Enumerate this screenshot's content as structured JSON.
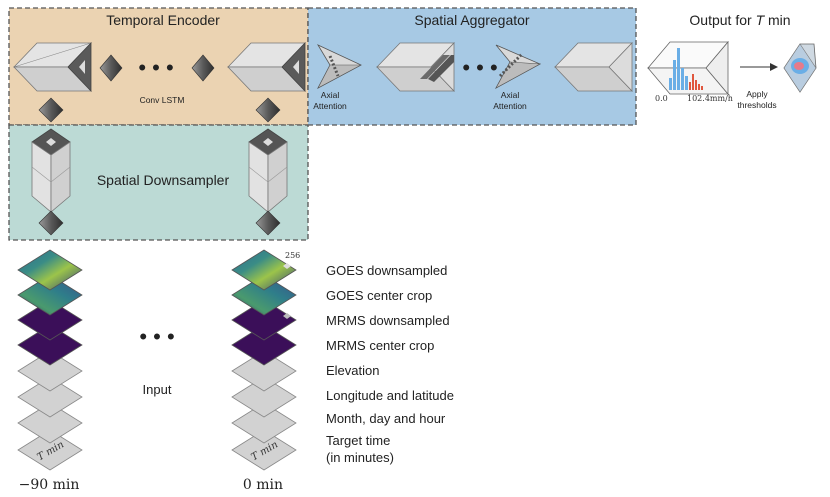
{
  "sections": {
    "temporal_encoder": "Temporal Encoder",
    "spatial_aggregator": "Spatial Aggregator",
    "spatial_downsampler": "Spatial Downsampler",
    "output": "Output for",
    "output_var": "T",
    "output_unit": "min"
  },
  "annotations": {
    "conv_lstm": "Conv LSTM",
    "axial_1": "Axial",
    "attention_1": "Attention",
    "axial_2": "Axial",
    "attention_2": "Attention",
    "apply": "Apply",
    "thresholds": "thresholds",
    "hist_min": "0.0",
    "hist_max": "102.4mm/h",
    "crop_size": "256",
    "input": "Input",
    "ellipsis": "• • •"
  },
  "input_layers": [
    "GOES downsampled",
    "GOES center crop",
    "MRMS downsampled",
    "MRMS center crop",
    "Elevation",
    "Longitude and latitude",
    "Month, day and hour",
    "Target time",
    "(in minutes)"
  ],
  "time_labels": {
    "start": "−90 min",
    "end": "0 min",
    "tile_t": "T min"
  },
  "colors": {
    "temporal_bg": "#ebd3b2",
    "aggregator_bg": "#a7c9e4",
    "downsampler_bg": "#bcdad5",
    "hist_blue": "#6aaee6",
    "hist_red": "#e0573e",
    "mrms": "#3b0f59",
    "tile_gray": "#d2d2d2"
  }
}
